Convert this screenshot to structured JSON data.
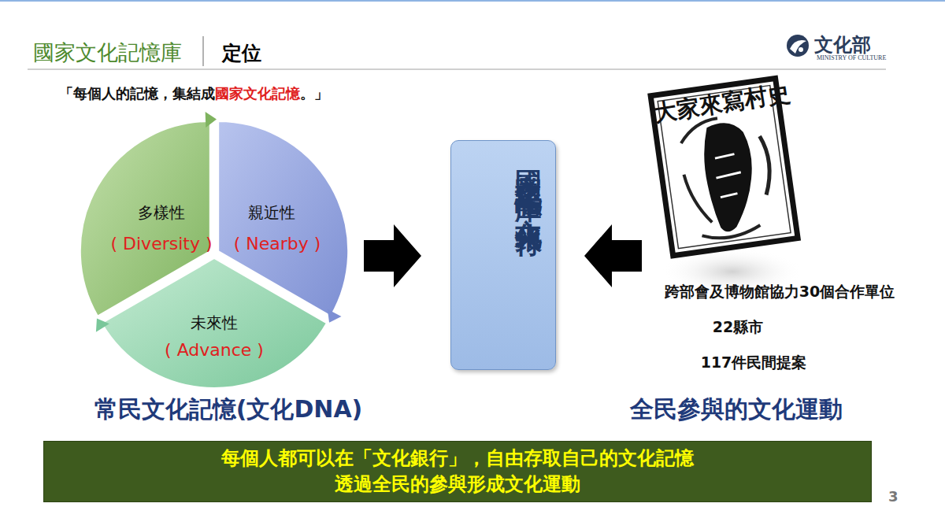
{
  "diagram": {
    "title": "國家文化記憶庫",
    "nodes": [
      {
        "text": [
          "多樣性",
          "( Diversity )"
        ]
      },
      {
        "text": [
          "親近性",
          "( Nearby )"
        ]
      },
      {
        "text": [
          "未來性",
          "( Advance )"
        ]
      },
      {
        "text": [
          "國家文化記憶庫",
          "【文化銀行】"
        ]
      },
      {
        "text": [
          "每個人都可以在「文化銀行」，自由存取自己的文化記憶",
          "透過全民的參與形成文化運動"
        ]
      }
    ],
    "labels": [
      "定位",
      "文化部",
      "MINISTRY OF CULTURE",
      "「每個人的記憶，集結成",
      "國家文化記憶",
      "。」",
      "常民文化記憶(文化DNA)",
      "大家來寫村史",
      "跨部會及博物館協力30個合作單位",
      "22縣市",
      "117件民間提案",
      "全民參與的文化運動",
      "3"
    ]
  }
}
